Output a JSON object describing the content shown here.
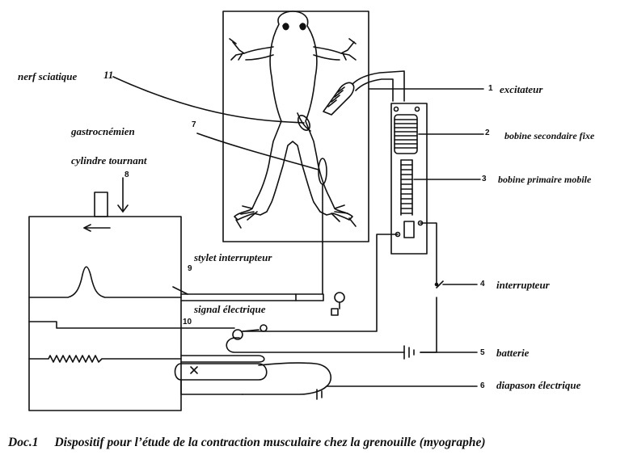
{
  "labels": {
    "nerf": "nerf sciatique",
    "gastro": "gastrocnémien",
    "cylindre": "cylindre tournant",
    "stylet": "stylet interrupteur",
    "signal": "signal électrique",
    "excitateur": "excitateur",
    "bobine_sec": "bobine secondaire fixe",
    "bobine_prim": "bobine primaire mobile",
    "interrupteur": "interrupteur",
    "batterie": "batterie",
    "diapason": "diapason électrique"
  },
  "numbers": {
    "n1": "1",
    "n2": "2",
    "n3": "3",
    "n4": "4",
    "n5": "5",
    "n6": "6",
    "n7": "7",
    "n8": "8",
    "n9": "9",
    "n10": "10",
    "n11": "11"
  },
  "caption": {
    "doc": "Doc.1",
    "text": "Dispositif pour l’étude de la contraction musculaire chez la grenouille (myographe)"
  }
}
